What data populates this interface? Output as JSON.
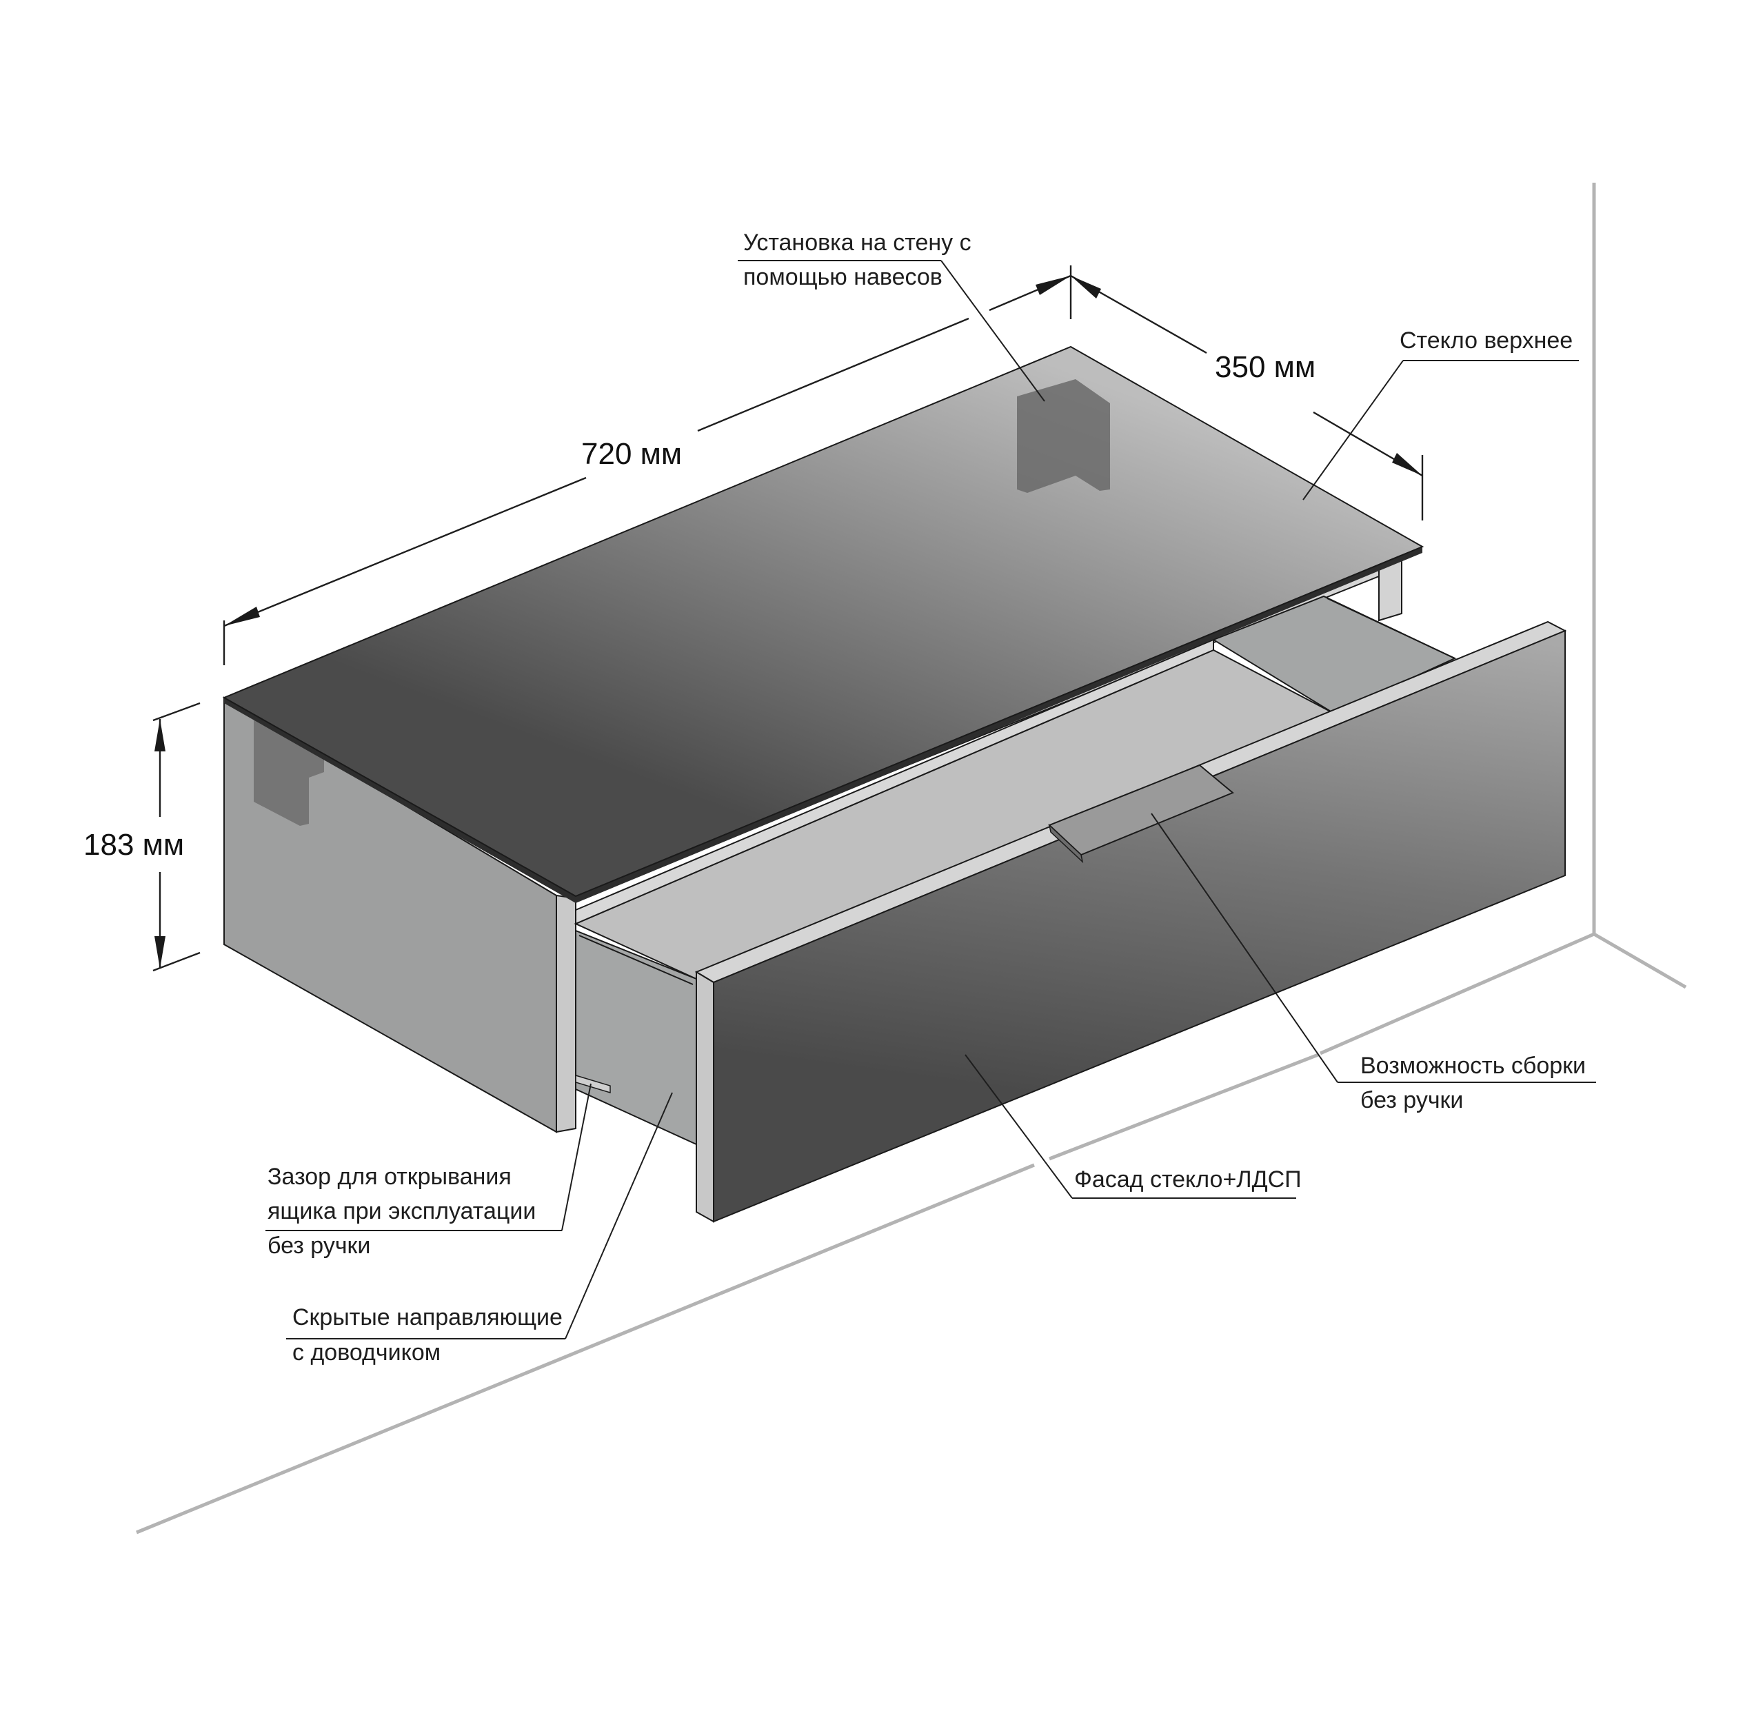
{
  "colors": {
    "glass_light": "#bdbdbd",
    "glass_dark": "#4e4e4e",
    "body_grey": "#9c9e9d",
    "drawer_inner": "#bebebe",
    "room_lines": "#b3b3b3"
  },
  "dimensions": {
    "width": "720 мм",
    "depth": "350 мм",
    "height": "183 мм"
  },
  "callouts": {
    "mounting": [
      "Установка на стену с",
      "помощью навесов"
    ],
    "top_glass": "Стекло верхнее",
    "no_handle_option": [
      "Возможность сборки",
      "без ручки"
    ],
    "facade": "Фасад стекло+ЛДСП",
    "gap": [
      "Зазор для открывания",
      "ящика при эксплуатации",
      "без ручки"
    ],
    "slides": [
      "Скрытые направляющие",
      "с доводчиком"
    ]
  }
}
